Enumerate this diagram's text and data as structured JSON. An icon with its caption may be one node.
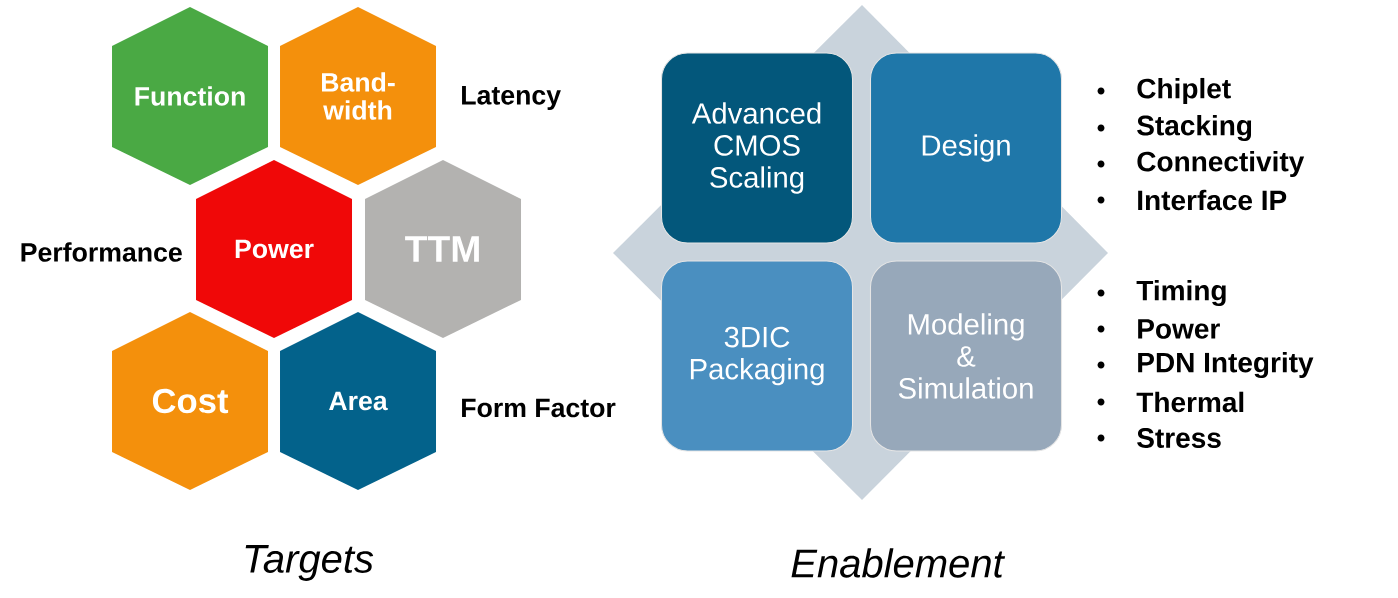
{
  "diagram": {
    "nodes": [
      {
        "text": [
          "Function"
        ]
      },
      {
        "text": [
          "Band- width"
        ]
      },
      {
        "text": [
          "Power"
        ]
      },
      {
        "text": [
          "TTM"
        ]
      },
      {
        "text": [
          "Cost"
        ]
      },
      {
        "text": [
          "Area"
        ]
      },
      {
        "text": [
          "Advanced CMOS Scaling"
        ]
      },
      {
        "text": [
          "Design"
        ]
      },
      {
        "text": [
          "3DIC Packaging"
        ]
      },
      {
        "text": [
          "Modeling & Simulation"
        ]
      }
    ],
    "labels": [
      "Latency",
      "Performance",
      "Form Factor",
      "Chiplet",
      "Stacking",
      "Connectivity",
      "Interface IP",
      "Timing",
      "Power",
      "PDN Integrity",
      "Thermal",
      "Stress",
      "Targets",
      "Enablement"
    ]
  }
}
